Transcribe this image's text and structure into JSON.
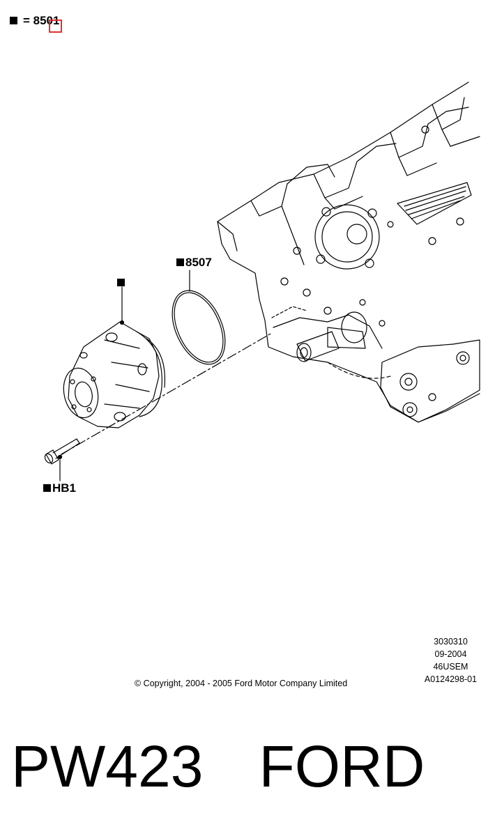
{
  "legend": {
    "text": "= 8501"
  },
  "callouts": {
    "gasket": "8507",
    "pump": "",
    "bolt": "HB1"
  },
  "reference": {
    "code": "3030310",
    "date": "09-2004",
    "model": "46USEM",
    "drawing_no": "A0124298-01"
  },
  "copyright": "© Copyright, 2004 - 2005 Ford Motor Company Limited",
  "caption": {
    "part_number": "PW423",
    "brand": "FORD"
  },
  "colors": {
    "ink": "#000000",
    "highlight": "#e03030"
  }
}
